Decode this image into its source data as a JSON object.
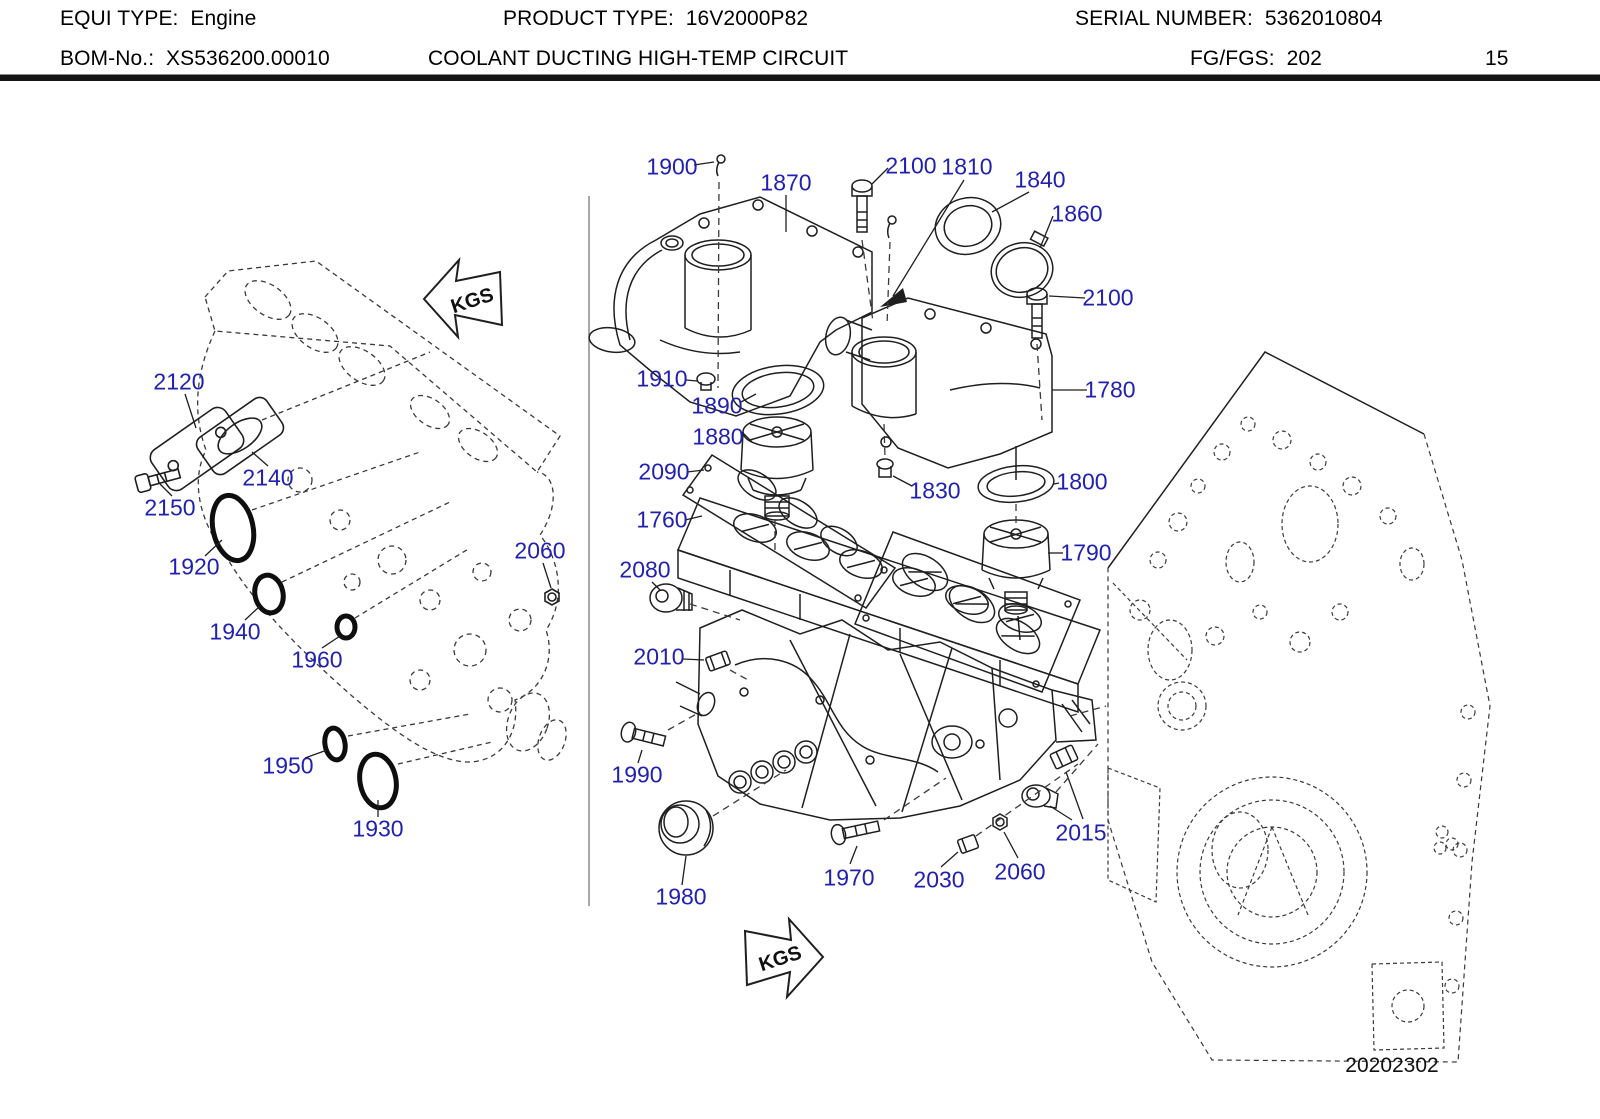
{
  "header": {
    "equi_type_label": "EQUI TYPE:",
    "equi_type_value": "Engine",
    "product_type_label": "PRODUCT TYPE:",
    "product_type_value": "16V2000P82",
    "serial_number_label": "SERIAL NUMBER:",
    "serial_number_value": "5362010804",
    "bom_label": "BOM-No.:",
    "bom_value": "XS536200.00010",
    "sheet_title": "COOLANT DUCTING HIGH-TEMP CIRCUIT",
    "fg_label": "FG/FGS:",
    "fg_value": "202",
    "page_number": "15"
  },
  "diagram": {
    "drawing_number": "20202302",
    "kgs_arrow_left": "KGS",
    "kgs_arrow_right": "KGS",
    "colors": {
      "label_blue": "#2121b0",
      "line_dark": "#1f1f1f"
    },
    "part_labels": [
      {
        "id": "2120",
        "text": "2120"
      },
      {
        "id": "2140",
        "text": "2140"
      },
      {
        "id": "2150",
        "text": "2150"
      },
      {
        "id": "1920",
        "text": "1920"
      },
      {
        "id": "1940",
        "text": "1940"
      },
      {
        "id": "1960",
        "text": "1960"
      },
      {
        "id": "2060-left",
        "text": "2060"
      },
      {
        "id": "1950",
        "text": "1950"
      },
      {
        "id": "1930",
        "text": "1930"
      },
      {
        "id": "1900",
        "text": "1900"
      },
      {
        "id": "1870",
        "text": "1870"
      },
      {
        "id": "2100-top",
        "text": "2100"
      },
      {
        "id": "1810",
        "text": "1810"
      },
      {
        "id": "1840",
        "text": "1840"
      },
      {
        "id": "1860",
        "text": "1860"
      },
      {
        "id": "2100-right",
        "text": "2100"
      },
      {
        "id": "1780",
        "text": "1780"
      },
      {
        "id": "1910",
        "text": "1910"
      },
      {
        "id": "1890",
        "text": "1890"
      },
      {
        "id": "1880",
        "text": "1880"
      },
      {
        "id": "2090",
        "text": "2090"
      },
      {
        "id": "1760",
        "text": "1760"
      },
      {
        "id": "2080",
        "text": "2080"
      },
      {
        "id": "2010",
        "text": "2010"
      },
      {
        "id": "1830",
        "text": "1830"
      },
      {
        "id": "1800",
        "text": "1800"
      },
      {
        "id": "1790",
        "text": "1790"
      },
      {
        "id": "1990",
        "text": "1990"
      },
      {
        "id": "1980",
        "text": "1980"
      },
      {
        "id": "1970",
        "text": "1970"
      },
      {
        "id": "2030",
        "text": "2030"
      },
      {
        "id": "2060-right",
        "text": "2060"
      },
      {
        "id": "2015",
        "text": "2015"
      }
    ]
  }
}
